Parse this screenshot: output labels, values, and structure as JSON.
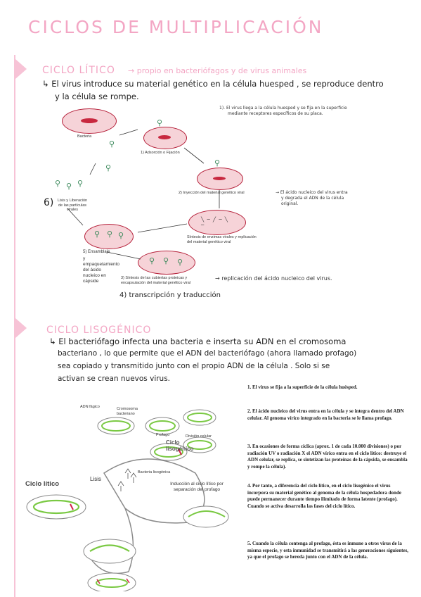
{
  "title": "CICLOS DE MULTIPLICACIÓN",
  "litico": {
    "heading": "CICLO LÍTICO",
    "subheading": "→ propio en bacteriófagos y de virus animales",
    "intro_1": "↳ El virus introduce su material genético en la célula huesped , se reproduce dentro",
    "intro_2": "y la célula se rompe.",
    "note_1a": "1). El virus llega a la célula huesped y se fija en la superficie",
    "note_1b": "mediante receptores específicos de su placa.",
    "bacteria_label": "Bacteria",
    "step_adsorcion": "1) Adsorción o Fijación",
    "step_inyeccion": "2) Inyección del material genético viral",
    "note_2a": "→ El ácido nucleico del virus entra",
    "note_2b": "y degrada el ADN de la célula",
    "note_2c": "original.",
    "step_lisis_num": "6)",
    "step_lisis": "Lisis y Liberación de las partículas virales",
    "step_sintesis": "Síntesis de enzimas virales y replicación del material genético viral",
    "step_ensamblaje": "5) Ensamblaje",
    "step_empaqueta": "y empaquetamiento del ácido nucleico en cápside",
    "step_3": "3) Síntesis de las cubiertas proteicas y encapsulación del material genético viral",
    "note_3": "→ replicación del ácido nucleico del virus.",
    "step_4": "4) transcripción y traducción"
  },
  "lisogenico": {
    "heading": "CICLO LISOGÉNICO",
    "text_1": "↳ El bacteriófago infecta una bacteria e inserta su ADN en el cromosoma",
    "text_2": "bacteriano , lo que permite que el ADN del bacteriófago (ahora llamado profago)",
    "text_3": "sea copiado y transmitido junto con el propio ADN de la célula . Solo si se",
    "text_4": "activan se crean nuevos virus.",
    "diagram": {
      "adn_fagico": "ADN fágico",
      "cromosoma": "Cromosoma bacteriano",
      "profago": "Profago",
      "division": "División celular",
      "ciclo_lisogenico": "Ciclo lisogénico",
      "bacteria_lisogenica": "Bacteria lisogénica",
      "ciclo_litico": "Ciclo lítico",
      "lisis": "Lisis",
      "induccion": "Inducción al ciclo lítico por separación del profago"
    },
    "points": [
      "1. El virus se fija a la superficie de la célula huésped.",
      "2. El ácido nucleico del virus entra en la célula y se integra dentro del ADN celular. Al genoma vírico integrado en la bacteria se le llama profago.",
      "3. En ocasiones de forma cíclica (aprox. 1 de cada 10.000 divisiones) o por radiación UV o radiación X el ADN vírico entra en el ciclo lítico: destruye el ADN celular, se replica, se sintetizan las proteínas de la cápsida, se ensambla y rompe la célula).",
      "4. Por tanto, a diferencia del ciclo lítico, en el ciclo lisogénico el virus incorpora su material genético al genoma de la célula hospedadora donde puede permanecer durante tiempo ilimitado de forma latente (profago). Cuando se activa desarrolla las fases del ciclo lítico.",
      "5. Cuando la célula contenga al profago, ésta es inmune a otros virus de la misma especie, y esta inmunidad se transmitirá a las generaciones siguientes, ya que el profago se hereda junto con el ADN de la célula."
    ]
  },
  "colors": {
    "accent": "#f3a6c4",
    "cell_border": "#b5203a",
    "cell_fill": "#f6d3d8",
    "phage": "#3c8a5c",
    "bacterium_green": "#7ac943"
  }
}
